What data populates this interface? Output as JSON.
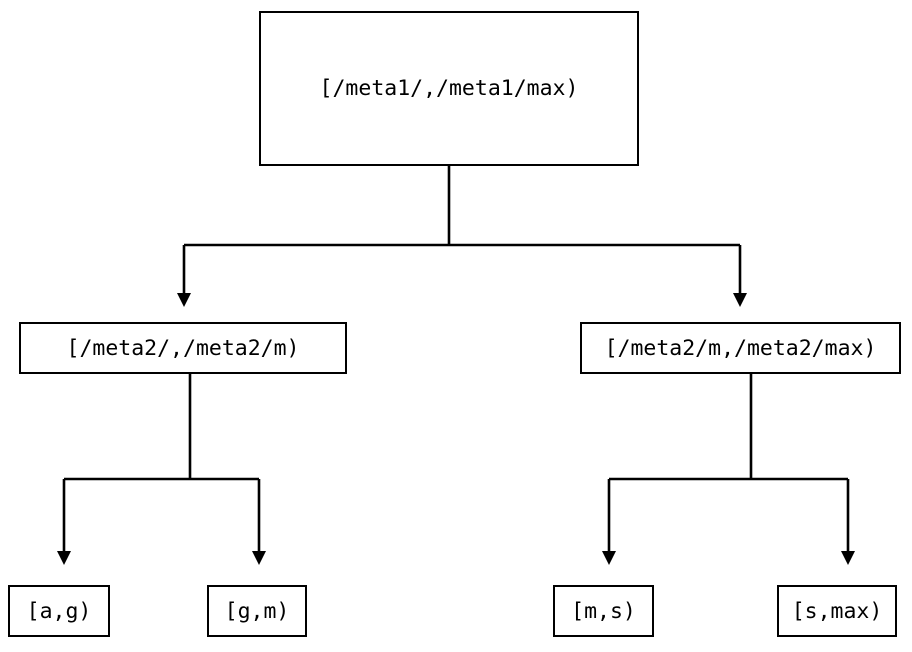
{
  "diagram": {
    "type": "tree",
    "orientation": "top-down",
    "background_color": "#ffffff",
    "line_color": "#000000",
    "box_fill_color": "#ffffff",
    "nodes": {
      "root": {
        "label": "[/meta1/,/meta1/max)"
      },
      "meta2_low": {
        "label": "[/meta2/,/meta2/m)"
      },
      "meta2_high": {
        "label": "[/meta2/m,/meta2/max)"
      },
      "leaf_ag": {
        "label": "[a,g)"
      },
      "leaf_gm": {
        "label": "[g,m)"
      },
      "leaf_ms": {
        "label": "[m,s)"
      },
      "leaf_smax": {
        "label": "[s,max)"
      }
    },
    "edges": [
      {
        "from": "root",
        "to": "meta2_low",
        "arrow": "triangle-down"
      },
      {
        "from": "root",
        "to": "meta2_high",
        "arrow": "triangle-down"
      },
      {
        "from": "meta2_low",
        "to": "leaf_ag",
        "arrow": "triangle-down"
      },
      {
        "from": "meta2_low",
        "to": "leaf_gm",
        "arrow": "triangle-down"
      },
      {
        "from": "meta2_high",
        "to": "leaf_ms",
        "arrow": "triangle-down"
      },
      {
        "from": "meta2_high",
        "to": "leaf_smax",
        "arrow": "triangle-down"
      }
    ]
  }
}
